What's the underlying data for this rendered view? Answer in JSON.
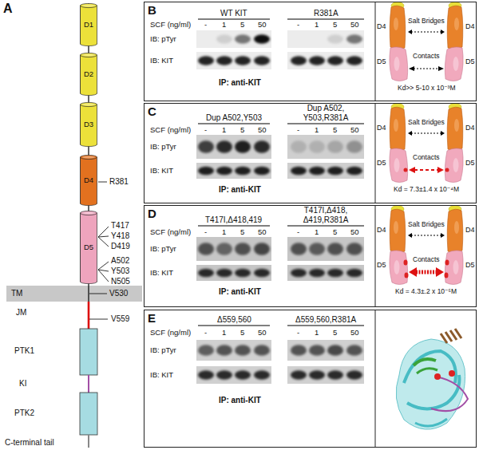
{
  "diagram": {
    "nodes": [
      {
        "text": [
          "D1"
        ]
      },
      {
        "text": [
          "D2"
        ]
      },
      {
        "text": [
          "D3"
        ]
      },
      {
        "text": [
          "D4"
        ]
      },
      {
        "text": [
          "D5"
        ]
      },
      {
        "text": [
          "TM",
          "V530"
        ]
      },
      {
        "text": [
          "B"
        ]
      },
      {
        "text": [
          "C"
        ]
      },
      {
        "text": [
          "D"
        ]
      },
      {
        "text": [
          "E"
        ]
      }
    ],
    "labels": [
      "A",
      "R381",
      "T417",
      "Y418",
      "D419",
      "A502",
      "Y503",
      "N505",
      "JM",
      "V559",
      "PTK1",
      "KI",
      "PTK2",
      "C-terminal tail",
      "WT KIT",
      "R381A",
      "SCF (ng/ml)",
      "-",
      "1",
      "5",
      "50",
      "-",
      "1",
      "5",
      "50",
      "IB: pTyr",
      "IB: KIT",
      "IP: anti-KIT",
      "D4",
      "D4",
      "Salt Bridges",
      "D5",
      "D5",
      "Contacts",
      "Kd>> 5-10 x 10⁻³M",
      "Dup A502,Y503",
      "Dup A502, Y503,R381A",
      "SCF (ng/ml)",
      "-",
      "1",
      "5",
      "50",
      "-",
      "1",
      "5",
      "50",
      "IB: pTyr",
      "IB: KIT",
      "IP: anti-KIT",
      "D4",
      "D4",
      "Salt Bridges",
      "D5",
      "D5",
      "Contacts",
      "Kd = 7.3±1.4 x 10⁻⁴M",
      "T417I,Δ418,419",
      "T417I,Δ418, Δ419,R381A",
      "SCF (ng/ml)",
      "-",
      "1",
      "5",
      "50",
      "-",
      "1",
      "5",
      "50",
      "IB: pTyr",
      "IB: KIT",
      "IP: anti-KIT",
      "D4",
      "D4",
      "Salt Bridges",
      "D5",
      "D5",
      "Contacts",
      "Kd = 4.3±.2 x 10⁻⁵M",
      "Δ559,560",
      "Δ559,560,R381A",
      "SCF (ng/ml)",
      "-",
      "1",
      "5",
      "50",
      "-",
      "1",
      "5",
      "50",
      "IB: pTyr",
      "IB: KIT",
      "IP: anti-KIT"
    ]
  }
}
